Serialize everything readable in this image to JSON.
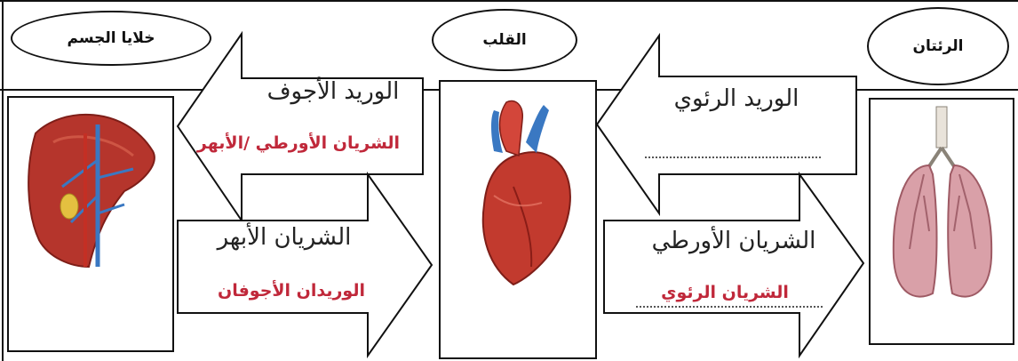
{
  "labels": {
    "body_cells": "خلايا الجسم",
    "heart": "القلب",
    "lungs": "الرئتان"
  },
  "arrows": {
    "vena_cava": "الوريد الأجوف",
    "vena_cava_answer": "الشريان الأورطي /الأبهر",
    "aorta": "الشريان الأبهر",
    "aorta_answer": "الوريدان الأجوفان",
    "pulmonary_vein": "الوريد الرئوي",
    "pulmonary_vein_answer": "",
    "aortic_artery": "الشريان الأورطي",
    "aortic_artery_answer": "الشريان الرئوي"
  },
  "colors": {
    "answer_text": "#c0283a",
    "outline": "#111111",
    "organ_red": "#b5352c",
    "vein_blue": "#3a78c2",
    "lung_pink": "#d9a0a8"
  },
  "icons": [
    "liver-icon",
    "heart-icon",
    "lungs-icon"
  ]
}
